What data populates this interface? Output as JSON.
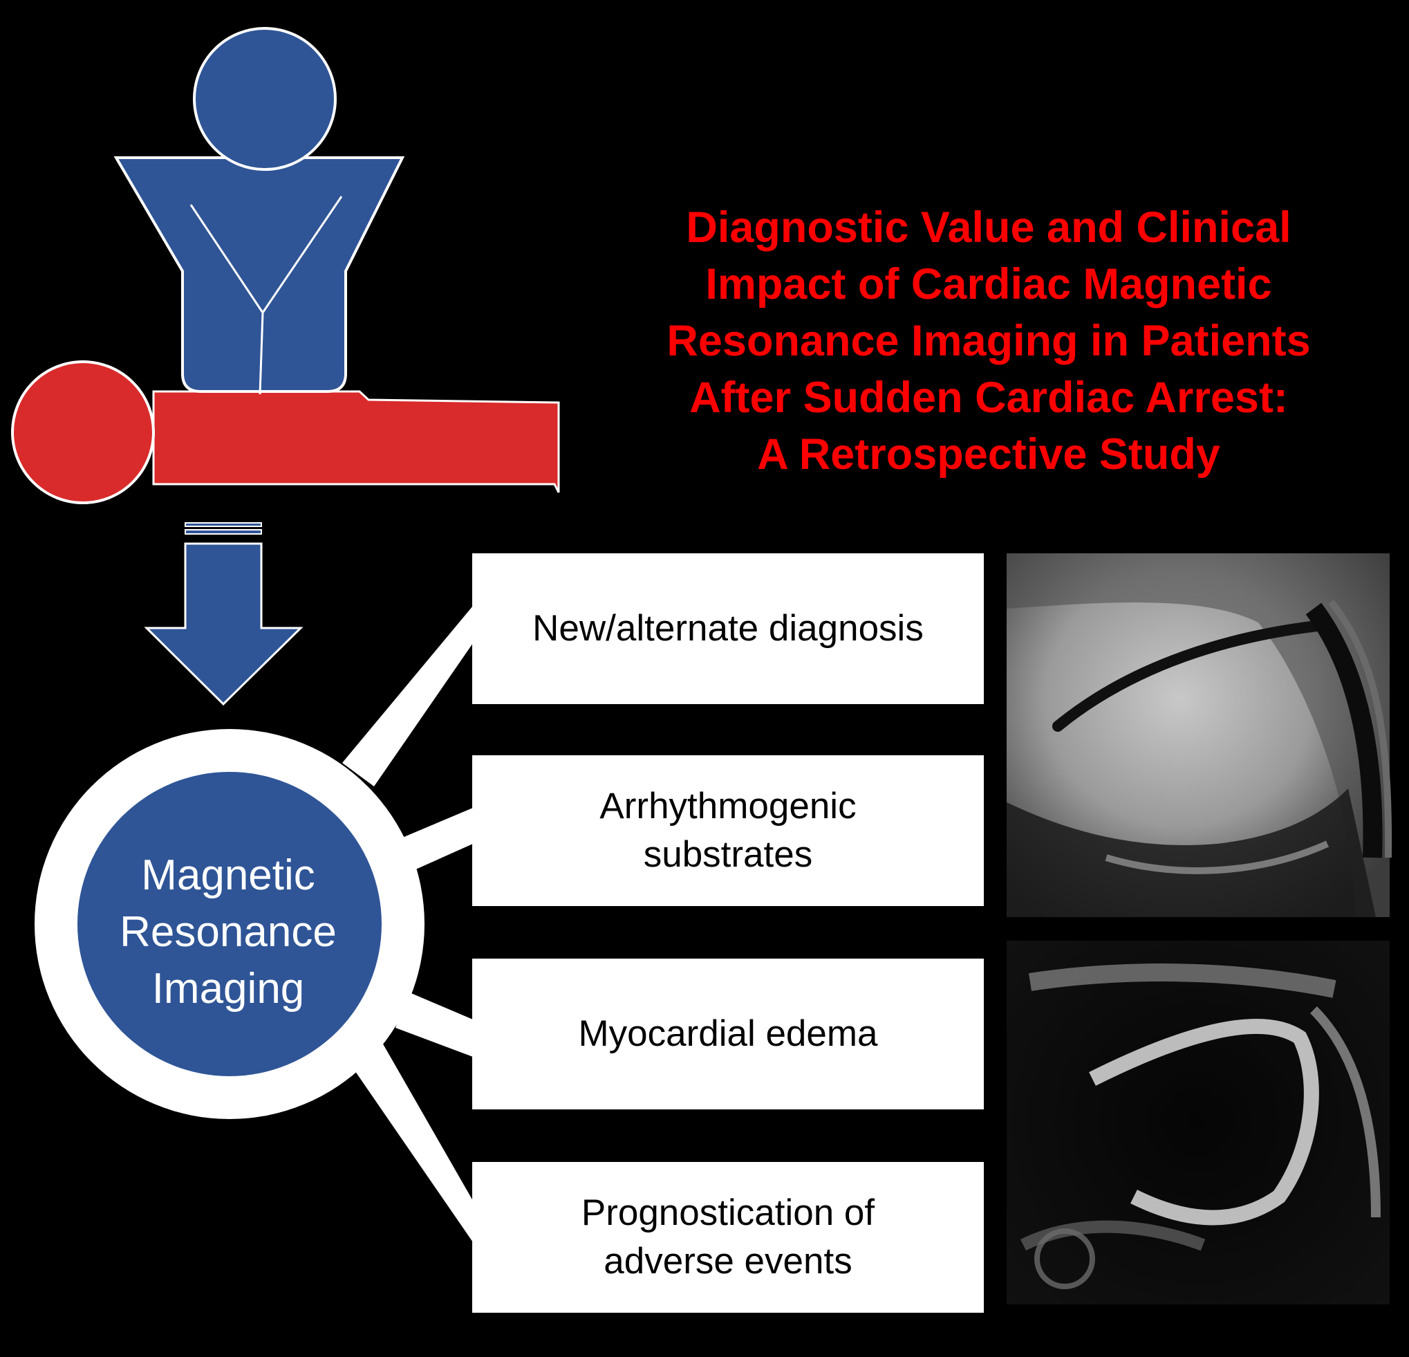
{
  "title_lines": [
    "Diagnostic Value and Clinical",
    "Impact of Cardiac Magnetic",
    "Resonance Imaging in Patients",
    "After Sudden Cardiac Arrest:",
    "A Retrospective Study"
  ],
  "center_node": {
    "lines": [
      "Magnetic",
      "Resonance",
      "Imaging"
    ]
  },
  "findings": [
    {
      "lines": [
        "New/alternate diagnosis"
      ]
    },
    {
      "lines": [
        "Arrhythmogenic",
        "substrates"
      ]
    },
    {
      "lines": [
        "Myocardial edema"
      ]
    },
    {
      "lines": [
        "Prognostication of",
        "adverse events"
      ]
    }
  ],
  "colors": {
    "background": "#000000",
    "title": "#ff0000",
    "rescuer_blue": "#2f5597",
    "patient_red": "#d92b2b",
    "box_fill": "#ffffff",
    "box_text": "#000000"
  },
  "icons": {
    "cpr": "cpr-rescuer-patient-icon",
    "arrow": "down-arrow-icon"
  }
}
